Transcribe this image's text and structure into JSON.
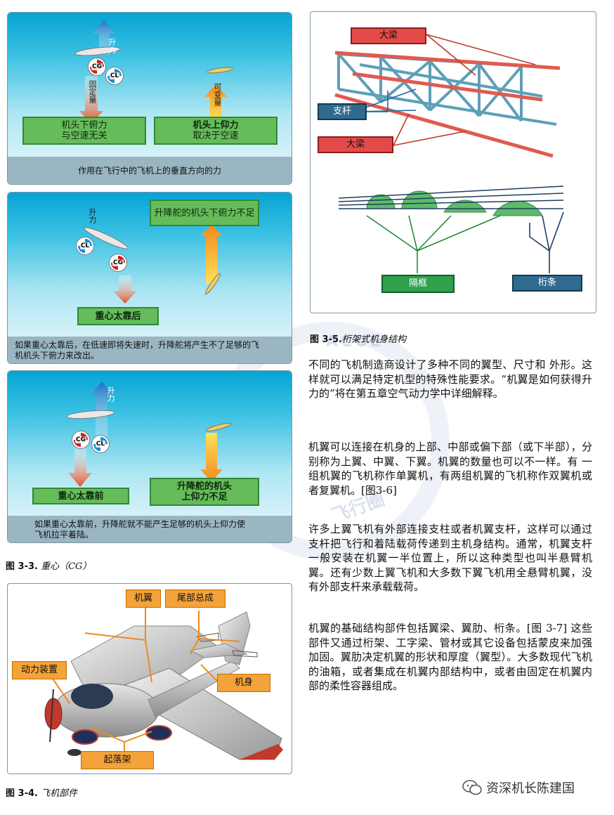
{
  "fig33": {
    "panel1": {
      "lift_label": "升力",
      "fixed_label": "固定量",
      "variable_label": "可变量",
      "cg": "CG",
      "cl": "CL",
      "box_left_line1": "机头下俯力",
      "box_left_line2": "与空速无关",
      "box_right_line1": "机头上仰力",
      "box_right_line2": "取决于空速",
      "caption": "作用在飞行中的飞机上的垂直方向的力"
    },
    "panel2": {
      "lift_label": "升力",
      "cg": "CG",
      "cl": "CL",
      "box_top": "升降舵的机头下俯力不足",
      "box_bottom": "重心太靠后",
      "caption_line1": "如果重心太靠后，在低速即将失速时，升降舵将产生不了足够的飞",
      "caption_line2": "机机头下俯力来改出。"
    },
    "panel3": {
      "lift_label": "升力",
      "cg": "CG",
      "cl": "CL",
      "box_left": "重心太靠前",
      "box_right_line1": "升降舵的机头",
      "box_right_line2": "上仰力不足",
      "caption_line1": "如果重心太靠前，升降舵就不能产生足够的机头上仰力使",
      "caption_line2": "飞机拉平着陆。"
    },
    "figure_number": "图 3-3.",
    "figure_title": "重心（CG）"
  },
  "fig34": {
    "labels": {
      "wing": "机翼",
      "tail": "尾部总成",
      "powerplant": "动力装置",
      "fuselage": "机身",
      "landing_gear": "起落架"
    },
    "figure_number": "图 3-4.",
    "figure_title": "飞机部件"
  },
  "fig35": {
    "labels": {
      "longeron_top": "大梁",
      "strut": "支杆",
      "longeron_bottom": "大梁",
      "bulkhead": "隔框",
      "stringer": "桁条"
    },
    "figure_number": "图 3-5.",
    "figure_title": "桁架式机身结构"
  },
  "paragraphs": [
    "不同的飞机制造商设计了多种不同的翼型、尺寸和 外形。这样就可以满足特定机型的特殊性能要求。“机翼是如何获得升力的”将在第五章空气动力学中详细解释。",
    "机翼可以连接在机身的上部、中部或偏下部（或下半部），分别称为上翼、中翼、下翼。机翼的数量也可以不一样。有 一组机翼的飞机称作单翼机，有两组机翼的飞机称作双翼机或者复翼机。[图3-6]",
    "许多上翼飞机有外部连接支柱或者机翼支杆，这样可以通过支杆把飞行和着陆载荷传递到主机身结构。通常，机翼支杆一般安装在机翼一半位置上，所以这种类型也叫半悬臂机翼。还有少数上翼飞机和大多数下翼飞机用全悬臂机翼，没有外部支杆来承载载荷。",
    "机翼的基础结构部件包括翼梁、翼肋、桁条。[图 3-7] 这些部件又通过桁架、工字梁、管材或其它设备包括蒙皮来加强加固。翼肋决定机翼的形状和厚度（翼型）。大多数现代飞机的油箱，或者集成在机翼内部结构中，或者由固定在机翼内部的柔性容器组成。"
  ],
  "watermark": {
    "text_top": "ACUE",
    "text_bottom": "飞行圈"
  },
  "footer": {
    "account": "资深机长陈建国"
  }
}
